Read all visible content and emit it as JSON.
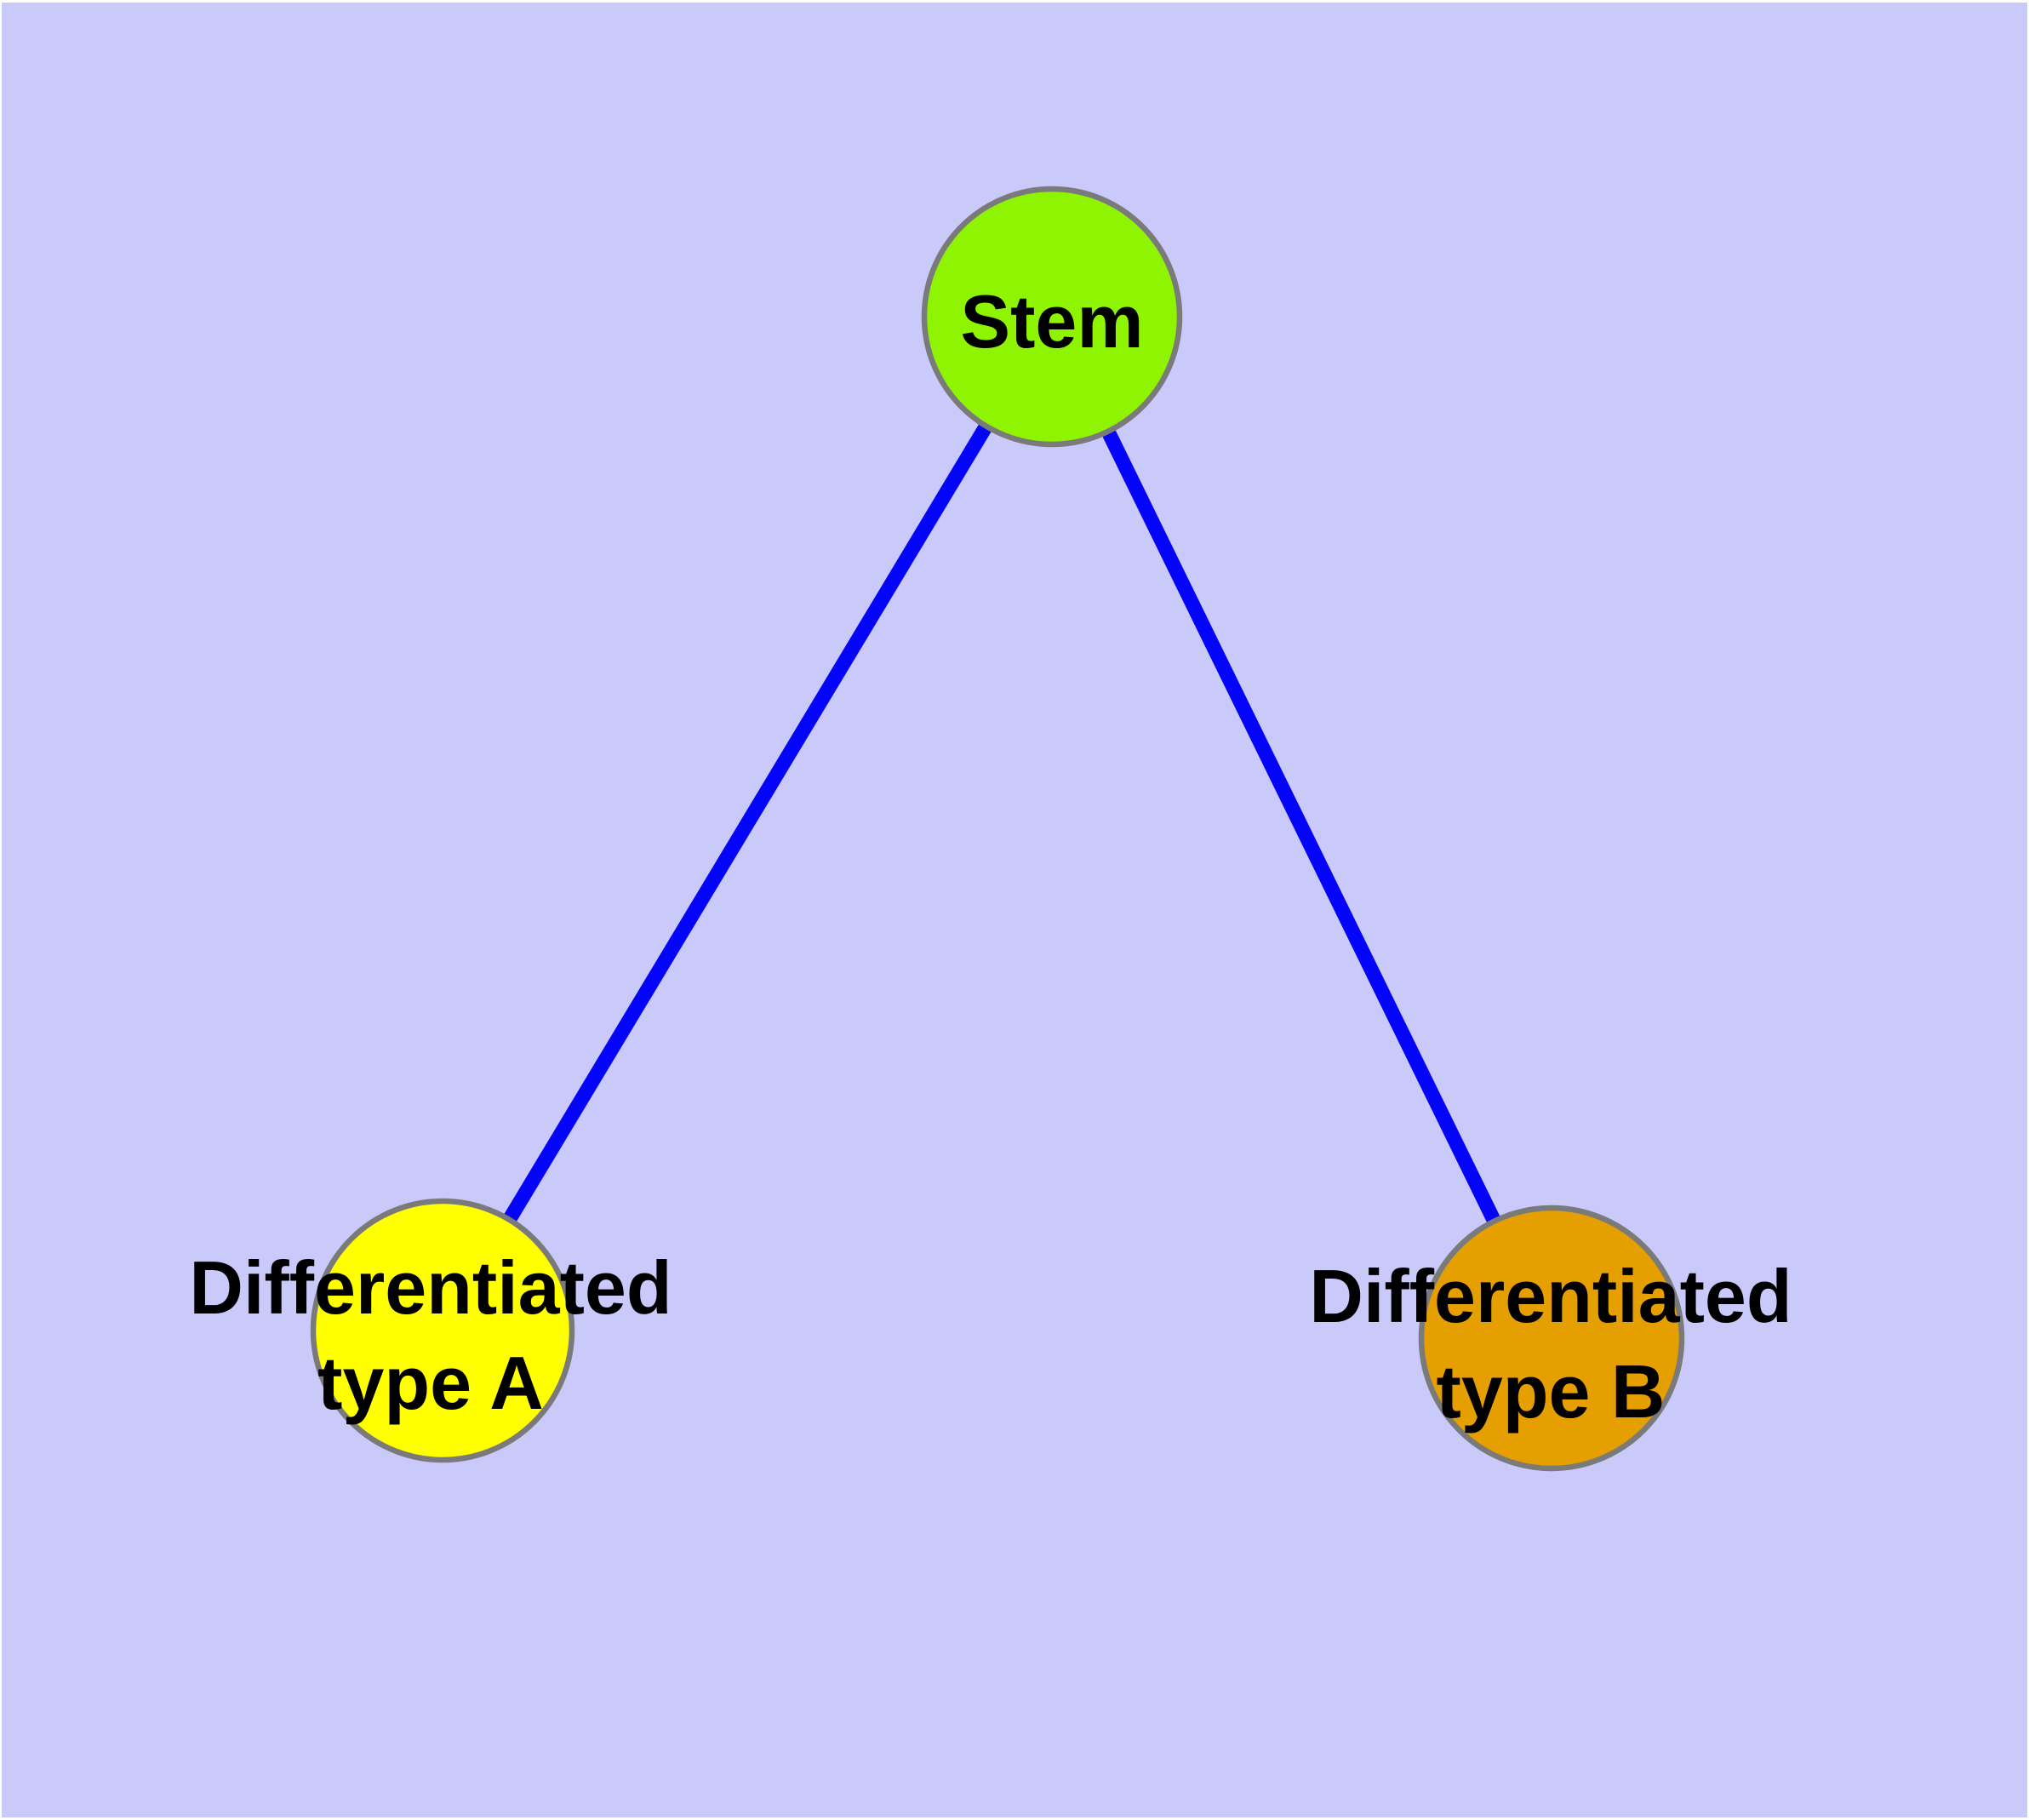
{
  "diagram": {
    "background_color": "#C9C9FA",
    "frame_color": "#FFFFFF",
    "edge_color": "#0404F8",
    "node_border_color": "#7A7A7A",
    "label_color": "#000000",
    "nodes": {
      "stem": {
        "label": "Stem",
        "color": "#8FF402"
      },
      "type_a": {
        "label_line1": "Differentiated",
        "label_line2": "type A",
        "color": "#FFFF00"
      },
      "type_b": {
        "label_line1": "Differentiated",
        "label_line2": "type B",
        "color": "#E69F00"
      }
    },
    "edges": [
      {
        "from": "Stem",
        "to": "Differentiated type A"
      },
      {
        "from": "Stem",
        "to": "Differentiated type B"
      }
    ]
  }
}
